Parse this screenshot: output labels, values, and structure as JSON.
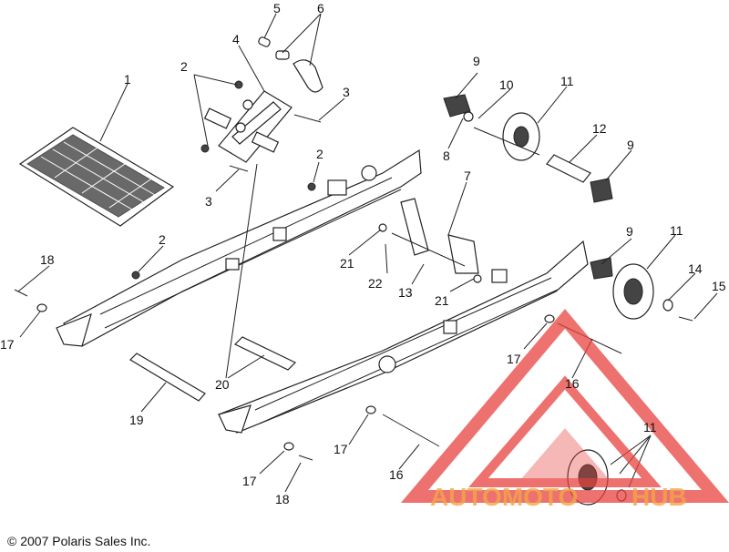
{
  "callouts": [
    "1",
    "2",
    "2",
    "2",
    "3",
    "3",
    "4",
    "5",
    "6",
    "7",
    "8",
    "9",
    "9",
    "9",
    "10",
    "11",
    "11",
    "11",
    "12",
    "13",
    "14",
    "15",
    "16",
    "16",
    "17",
    "17",
    "17",
    "17",
    "18",
    "18",
    "19",
    "20",
    "21",
    "21",
    "22"
  ],
  "copyright": "© 2007 Polaris Sales Inc.",
  "watermark": {
    "left": "AUTOMOTO",
    "right": "HUB",
    "color": "#f3a64a",
    "logo_color": "#e8443f"
  }
}
